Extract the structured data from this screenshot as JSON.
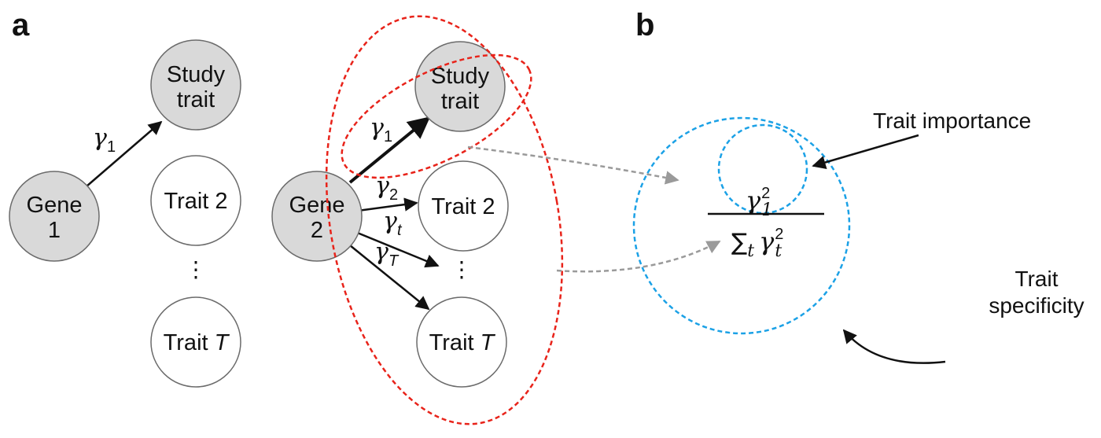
{
  "panels": {
    "a": "a",
    "b": "b"
  },
  "nodes": {
    "study_trait_1": [
      "Study",
      "trait"
    ],
    "gene_1": [
      "Gene",
      "1"
    ],
    "trait2_1": "Trait 2",
    "traitT_1": {
      "prefix": "Trait ",
      "italic": "T"
    },
    "study_trait_2": [
      "Study",
      "trait"
    ],
    "gene_2": [
      "Gene",
      "2"
    ],
    "trait2_2": "Trait 2",
    "traitT_2": {
      "prefix": "Trait ",
      "italic": "T"
    }
  },
  "edges": {
    "gene1_gamma1": {
      "symbol": "γ",
      "sub": "1"
    },
    "gene2_gamma1": {
      "symbol": "γ",
      "sub": "1"
    },
    "gene2_gamma2": {
      "symbol": "γ",
      "sub": "2"
    },
    "gene2_gammat": {
      "symbol": "γ",
      "sub": "t"
    },
    "gene2_gammaT": {
      "symbol": "γ",
      "sub": "T"
    }
  },
  "ellipsis": "⋮",
  "formula": {
    "num_symbol": "γ",
    "num_sub": "1",
    "num_sup": "2",
    "den_sigma": "∑",
    "den_sigma_sub": "t",
    "den_symbol": "γ",
    "den_sub": "t",
    "den_sup": "2"
  },
  "annotations": {
    "trait_importance": "Trait importance",
    "trait_specificity": [
      "Trait",
      "specificity"
    ]
  },
  "colors": {
    "node_fill_gray": "#d9d9d9",
    "node_stroke": "#6b6b6b",
    "red_dashed": "#e8231a",
    "blue_dashed": "#1ba1e6",
    "gray_dashed": "#9a9a9a",
    "arrow": "#111111"
  }
}
